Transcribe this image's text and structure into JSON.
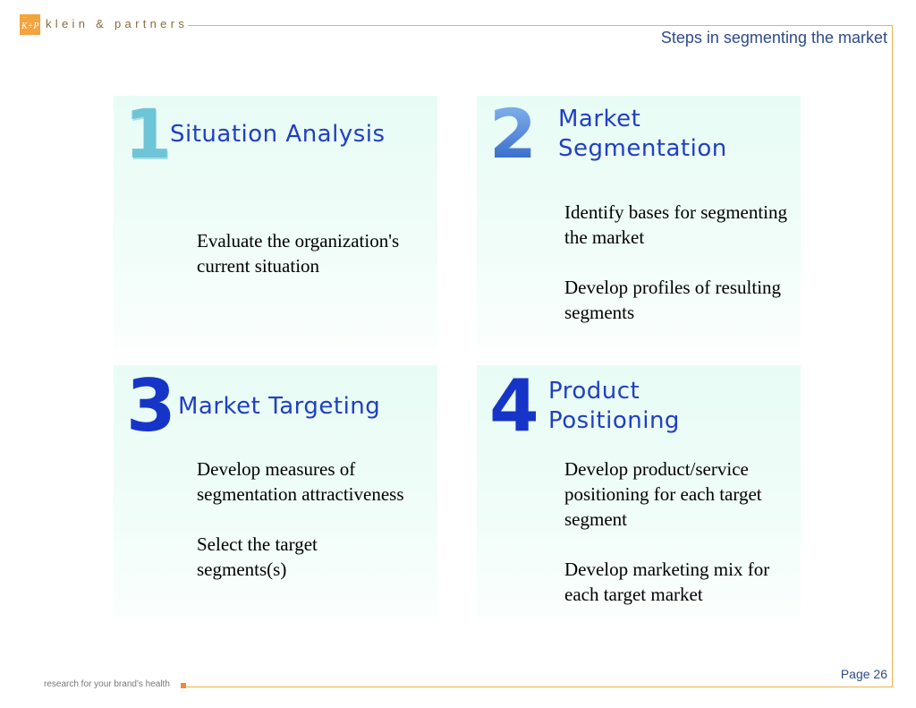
{
  "header": {
    "logo_mark": "K+P",
    "brand": "klein & partners",
    "page_title": "Steps in segmenting the market"
  },
  "footer": {
    "tagline": "research for your brand's health",
    "page": "Page 26"
  },
  "steps": [
    {
      "number": "1",
      "title": "Situation Analysis",
      "title_line2": "",
      "items": [
        "Evaluate the organization's current situation"
      ]
    },
    {
      "number": "2",
      "title": "Market",
      "title_line2": "Segmentation",
      "items": [
        "Identify bases for segmenting the market",
        "Develop profiles of resulting segments"
      ]
    },
    {
      "number": "3",
      "title": "Market Targeting",
      "title_line2": "",
      "items": [
        "Develop measures of segmentation attractiveness",
        "Select the target segments(s)"
      ]
    },
    {
      "number": "4",
      "title": "Product",
      "title_line2": "Positioning",
      "items": [
        "Develop product/service positioning for each target segment",
        "Develop marketing mix for each target market"
      ]
    }
  ],
  "colors": {
    "frame": "#f0b14c",
    "title_blue": "#2d4b8c",
    "card_title": "#1f3fc4",
    "card_bg": "#e8fcf5"
  }
}
